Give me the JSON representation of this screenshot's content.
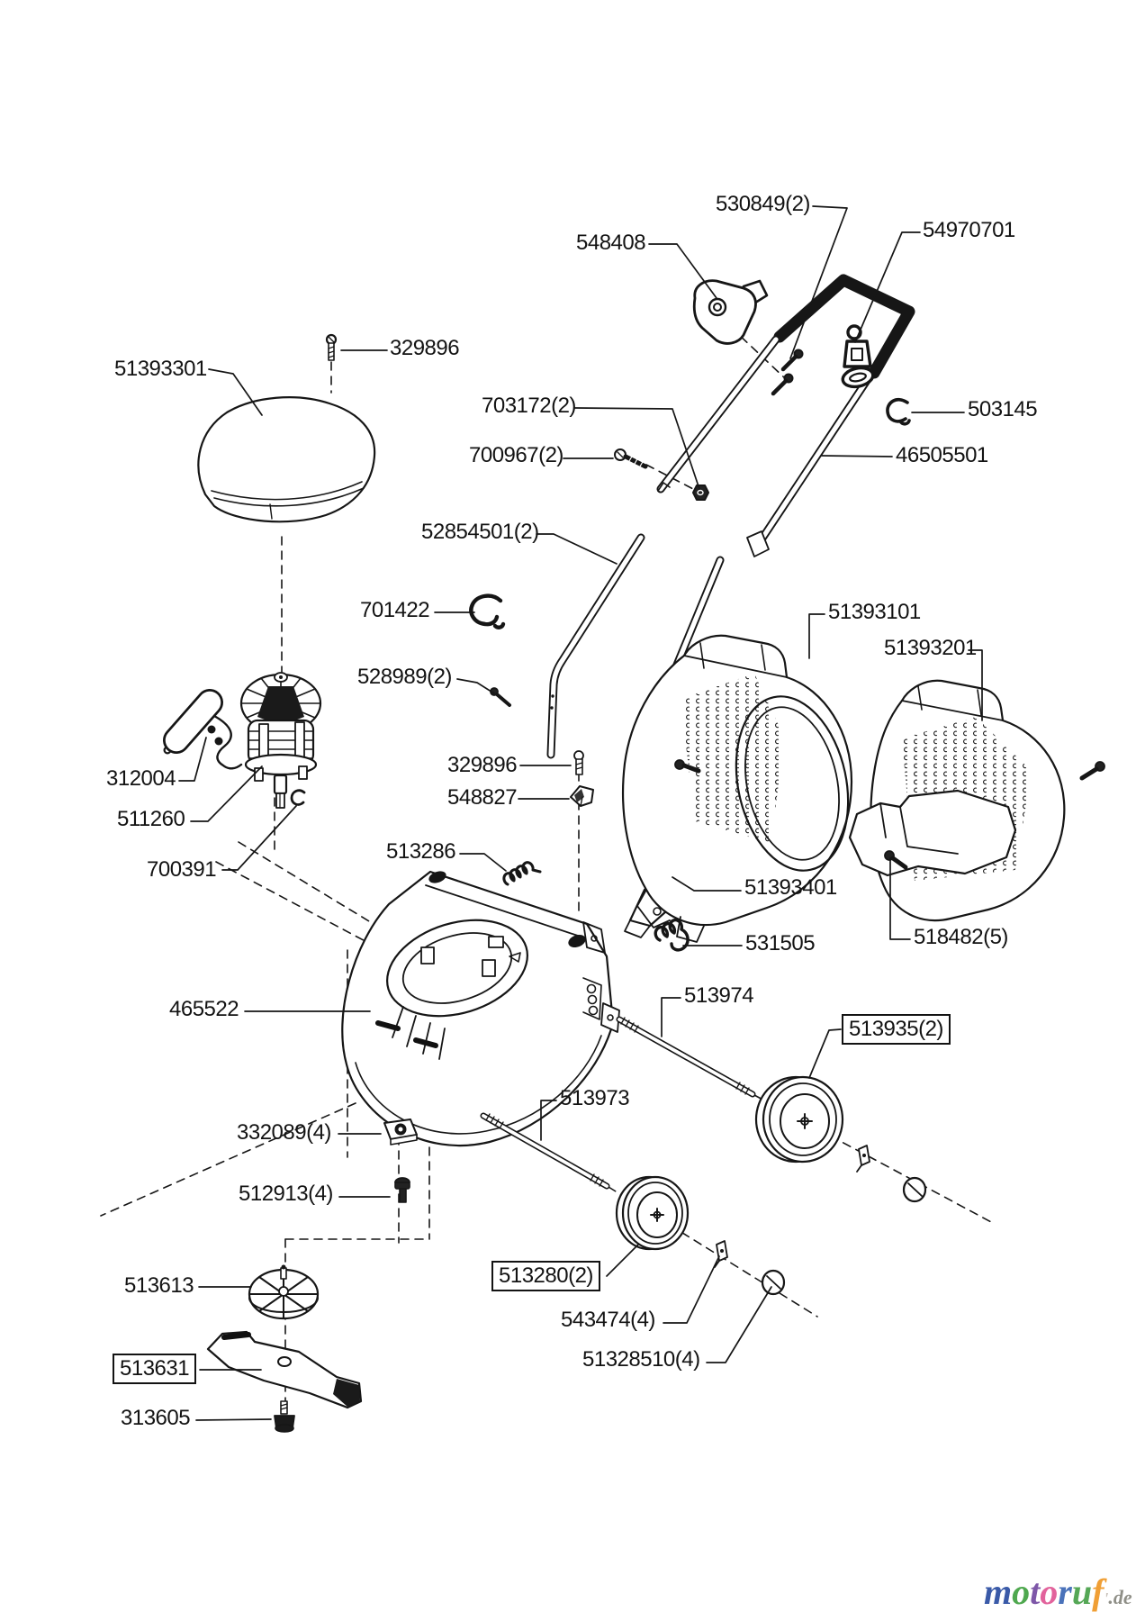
{
  "diagram": {
    "kind": "exploded-parts-diagram",
    "line_color": "#161616",
    "background": "#ffffff"
  },
  "labels": {
    "p530849": "530849(2)",
    "p548408": "548408",
    "p54970701": "54970701",
    "p329896": "329896",
    "p51393301": "51393301",
    "p703172": "703172(2)",
    "p700967": "700967(2)",
    "p503145": "503145",
    "p46505501": "46505501",
    "p52854501": "52854501(2)",
    "p701422": "701422",
    "p528989": "528989(2)",
    "p51393101": "51393101",
    "p51393201": "51393201",
    "p312004": "312004",
    "p511260": "511260",
    "p700391": "700391",
    "p548827": "548827",
    "p513286": "513286",
    "p51393401": "51393401",
    "p531505": "531505",
    "p518482": "518482(5)",
    "p465522": "465522",
    "p513974": "513974",
    "p513935": "513935(2)",
    "p513973": "513973",
    "p513280": "513280(2)",
    "p543474": "543474(4)",
    "p51328510": "51328510(4)",
    "p332089": "332089(4)",
    "p512913": "512913(4)",
    "p513613": "513613",
    "p513631": "513631",
    "p313605": "313605"
  },
  "watermark": {
    "letters": [
      {
        "ch": "m",
        "color": "#3a5aa8"
      },
      {
        "ch": "o",
        "color": "#4fa84f"
      },
      {
        "ch": "t",
        "color": "#7e57a8"
      },
      {
        "ch": "o",
        "color": "#e2639c"
      },
      {
        "ch": "r",
        "color": "#4a72ba"
      },
      {
        "ch": "u",
        "color": "#55a756"
      },
      {
        "ch": "f",
        "color": "#f09f35"
      }
    ],
    "tick": "'",
    "tick_color": "#c9c2ba",
    "suffix": ".de",
    "suffix_color": "#8f8f87"
  }
}
